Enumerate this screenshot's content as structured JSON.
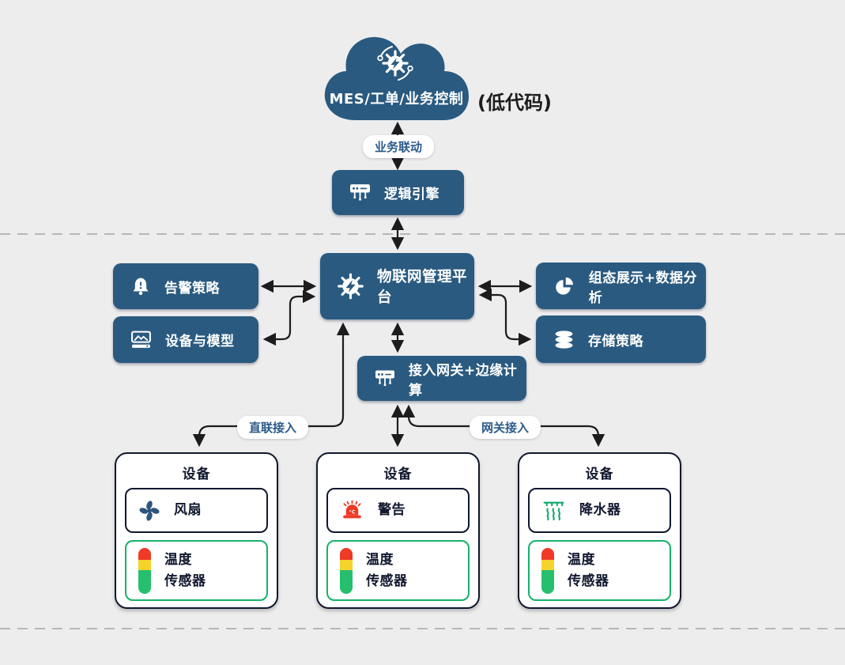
{
  "diagram": {
    "cloud": {
      "label": "MES/工单/业务控制",
      "icon": "gear-automation-icon"
    },
    "side_note": "(低代码)",
    "edge_labels": {
      "business_link": "业务联动",
      "direct_access": "直联接入",
      "gateway_access": "网关接入"
    },
    "nodes": {
      "logic_engine": {
        "label": "逻辑引擎",
        "icon": "hub-icon"
      },
      "platform": {
        "label": "物联网管理平台",
        "icon": "iot-chip-icon"
      },
      "alarm_policy": {
        "label": "告警策略",
        "icon": "alarm-bell-icon"
      },
      "device_model": {
        "label": "设备与模型",
        "icon": "device-model-icon"
      },
      "display_analysis": {
        "label": "组态展示+数据分析",
        "icon": "pie-chart-icon"
      },
      "storage_policy": {
        "label": "存储策略",
        "icon": "database-icon"
      },
      "edge_gateway": {
        "label": "接入网关+边缘计算",
        "icon": "hub-icon"
      }
    },
    "devices": [
      {
        "title": "设备",
        "component": {
          "label": "风扇",
          "icon": "fan-icon"
        },
        "sensor": {
          "label": "温度\n传感器",
          "icon": "temperature-bar-icon"
        }
      },
      {
        "title": "设备",
        "component": {
          "label": "警告",
          "icon": "alarm-light-icon",
          "icon_text": "°C"
        },
        "sensor": {
          "label": "温度\n传感器",
          "icon": "temperature-bar-icon"
        }
      },
      {
        "title": "设备",
        "component": {
          "label": "降水器",
          "icon": "sprinkler-icon"
        },
        "sensor": {
          "label": "温度\n传感器",
          "icon": "temperature-bar-icon"
        }
      }
    ],
    "colors": {
      "background": "#ededee",
      "node_blue": "#2a5a80",
      "pill_text_blue": "#2b5a8a",
      "connector_dark": "#1c1c1c",
      "dashed_gray": "#b7b7b7",
      "card_border_navy": "#11182e",
      "sensor_green": "#17b26b",
      "alarm_red": "#ee3a26",
      "temp_red": "#ee3a26",
      "temp_yellow": "#f6d32b",
      "temp_green": "#26bf6e",
      "fan_blue": "#2e567d",
      "sprinkler_green": "#13a869"
    }
  }
}
